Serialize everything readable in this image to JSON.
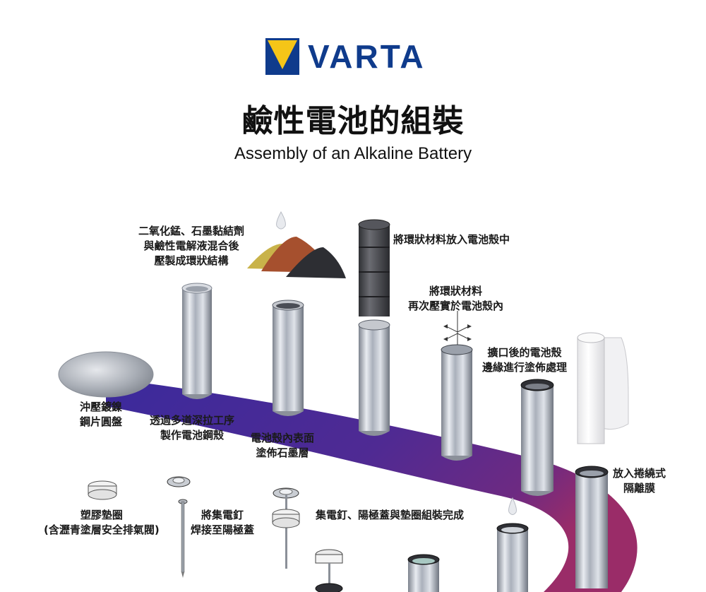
{
  "brand": {
    "name": "VARTA",
    "logo_icon": "varta-v-mark-icon",
    "colors": {
      "blue": "#0f3b8c",
      "yellow": "#f5c518"
    }
  },
  "header": {
    "title": "鹼性電池的組裝",
    "subtitle": "Assembly of an Alkaline Battery"
  },
  "diagram": {
    "colors": {
      "band_start": "#3b2a9c",
      "band_mid": "#5a2a8e",
      "band_end": "#8a2a6a",
      "steel": "#b9bec8"
    },
    "steps": [
      {
        "id": "disc",
        "lines": [
          "沖壓鍍鎳",
          "鋼片圓盤"
        ]
      },
      {
        "id": "deep-draw",
        "lines": [
          "透過多道深拉工序",
          "製作電池鋼殼"
        ]
      },
      {
        "id": "graphite",
        "lines": [
          "電池殼內表面",
          "塗佈石墨層"
        ]
      },
      {
        "id": "mix",
        "lines": [
          "二氧化錳、石墨黏結劑",
          "與鹼性電解液混合後",
          "壓製成環狀結構"
        ]
      },
      {
        "id": "insert-rings",
        "lines": [
          "將環狀材料放入電池殼中"
        ]
      },
      {
        "id": "recompress",
        "lines": [
          "將環狀材料",
          "再次壓實於電池殼內"
        ]
      },
      {
        "id": "flare",
        "lines": [
          "擴口後的電池殼",
          "邊緣進行塗佈處理"
        ]
      },
      {
        "id": "separator",
        "lines": [
          "放入捲繞式",
          "隔離膜"
        ]
      },
      {
        "id": "gasket",
        "lines": [
          "塑膠墊圈",
          "(含瀝青塗層安全排氣閥)"
        ]
      },
      {
        "id": "weld",
        "lines": [
          "將集電釘",
          "焊接至陽極蓋"
        ]
      },
      {
        "id": "assembled",
        "lines": [
          "集電釘、陽極蓋與墊圈組裝完成"
        ]
      }
    ]
  }
}
